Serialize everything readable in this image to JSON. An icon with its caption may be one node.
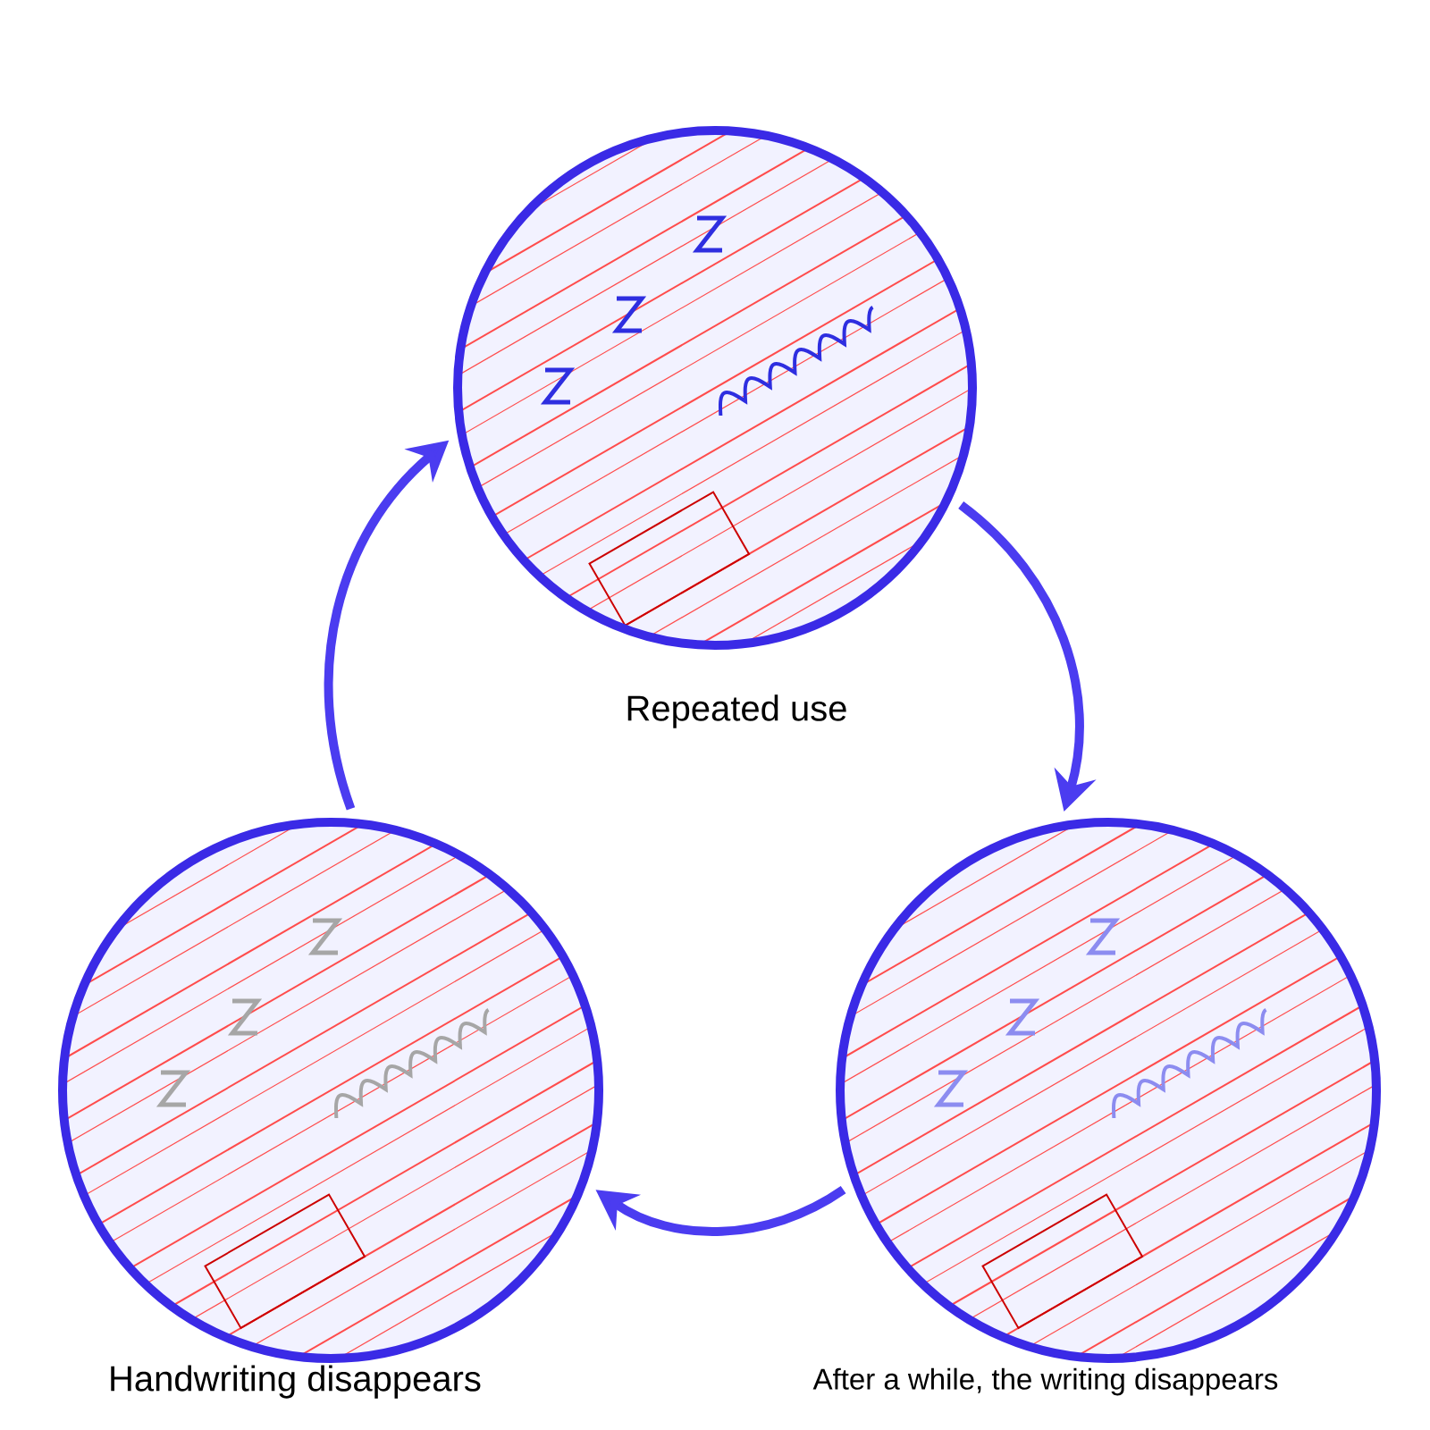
{
  "diagram": {
    "nodes": [
      {
        "text": [],
        "shape": "picture"
      },
      {
        "text": [],
        "shape": "picture",
        "beside": [
          "After a while, the writing disappears"
        ]
      },
      {
        "text": [],
        "shape": "picture",
        "beside": [
          "Handwriting disappears"
        ]
      }
    ],
    "edges": [
      {
        "from": 0,
        "to": 1,
        "arrow": "to"
      },
      {
        "from": 1,
        "to": 2,
        "arrow": "to"
      },
      {
        "from": 2,
        "to": 0,
        "arrow": "to"
      }
    ],
    "labels": [
      "Repeated use"
    ]
  }
}
